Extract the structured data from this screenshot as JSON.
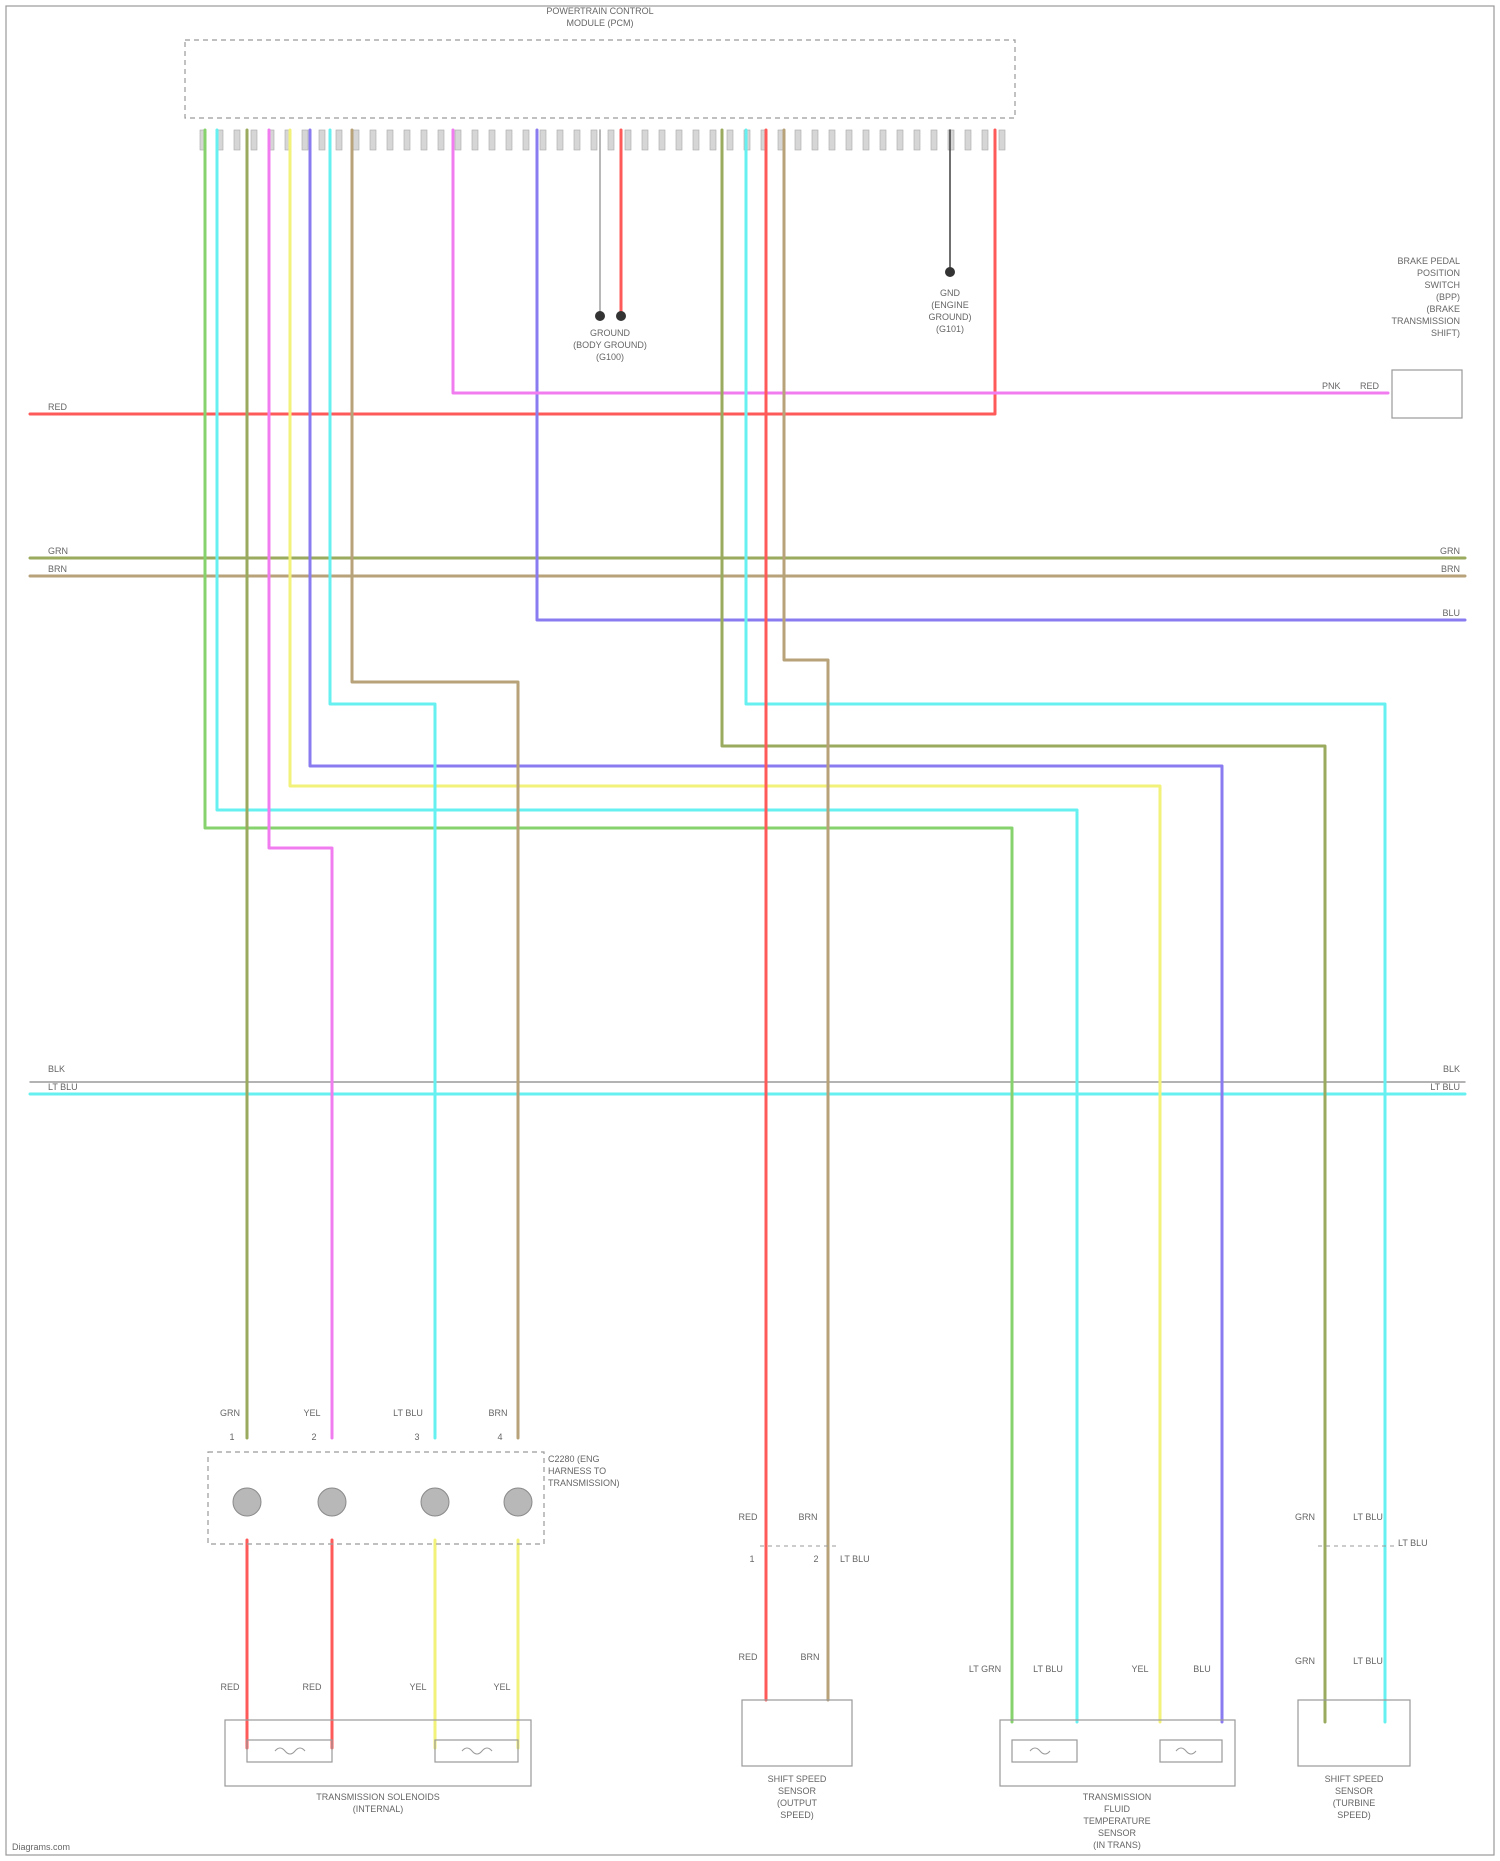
{
  "colors": {
    "red": "#ff5a5a",
    "green": "#86d36e",
    "olive": "#9aaa5e",
    "tan": "#b7a27a",
    "pink": "#f07cf0",
    "violet": "#8a7cf0",
    "cyan": "#66f0f0",
    "yellow": "#f2f27a",
    "gray": "#9a9a9a",
    "black": "#333333"
  },
  "labels": {
    "module_title_1": "POWERTRAIN CONTROL",
    "module_title_2": "MODULE (PCM)",
    "ground_left_1": "GROUND",
    "ground_left_2": "(BODY GROUND)",
    "ground_left_3": "(G100)",
    "ground_right_1": "GND",
    "ground_right_2": "(ENGINE",
    "ground_right_3": "GROUND)",
    "ground_right_4": "(G101)",
    "right_module_1": "BRAKE PEDAL",
    "right_module_2": "POSITION",
    "right_module_3": "SWITCH",
    "right_module_4": "(BPP)",
    "right_module_5": "(BRAKE",
    "right_module_6": "TRANSMISSION",
    "right_module_7": "SHIFT)",
    "bus1_left": "RED",
    "bus2_left": "GRN",
    "bus3_left": "BRN",
    "bus2_right": "GRN",
    "bus3_right": "BRN",
    "bus4_right": "BLU",
    "bus5_left": "BLK",
    "bus6_left": "LT BLU",
    "bus5_right": "BLK",
    "bus6_right": "LT BLU",
    "pink_right_1": "PNK",
    "pink_right_2": "RED",
    "connector_label_1": "C2280 (ENG",
    "connector_label_2": "HARNESS TO",
    "connector_label_3": "TRANSMISSION)",
    "pin_grn": "GRN",
    "pin_yel": "YEL",
    "pin_ltblu": "LT BLU",
    "pin_brn": "BRN",
    "pin_n1": "1",
    "pin_n2": "2",
    "pin_n3": "3",
    "pin_n4": "4",
    "wire_red_1": "RED",
    "wire_red_2": "RED",
    "wire_yel_1": "YEL",
    "wire_yel_2": "YEL",
    "bottom_left_1": "TRANSMISSION SOLENOIDS",
    "bottom_left_2": "(INTERNAL)",
    "bottom_mid_1": "SHIFT SPEED",
    "bottom_mid_2": "SENSOR",
    "bottom_mid_3": "(OUTPUT",
    "bottom_mid_4": "SPEED)",
    "bottom_right1_1": "TRANSMISSION",
    "bottom_right1_2": "FLUID",
    "bottom_right1_3": "TEMPERATURE",
    "bottom_right1_4": "SENSOR",
    "bottom_right1_5": "(IN TRANS)",
    "bottom_right2_1": "SHIFT SPEED",
    "bottom_right2_2": "SENSOR",
    "bottom_right2_3": "(TURBINE",
    "bottom_right2_4": "SPEED)",
    "sensor_red": "RED",
    "sensor_brn": "BRN",
    "sensor_grn": "GRN",
    "sensor_ltblu": "LT BLU",
    "sensor_pin_1": "1",
    "sensor_pin_2": "2",
    "trans_ltgrn": "LT GRN",
    "trans_ltblu": "LT BLU",
    "trans_yel": "YEL",
    "trans_blu": "BLU",
    "footer": "Diagrams.com"
  }
}
